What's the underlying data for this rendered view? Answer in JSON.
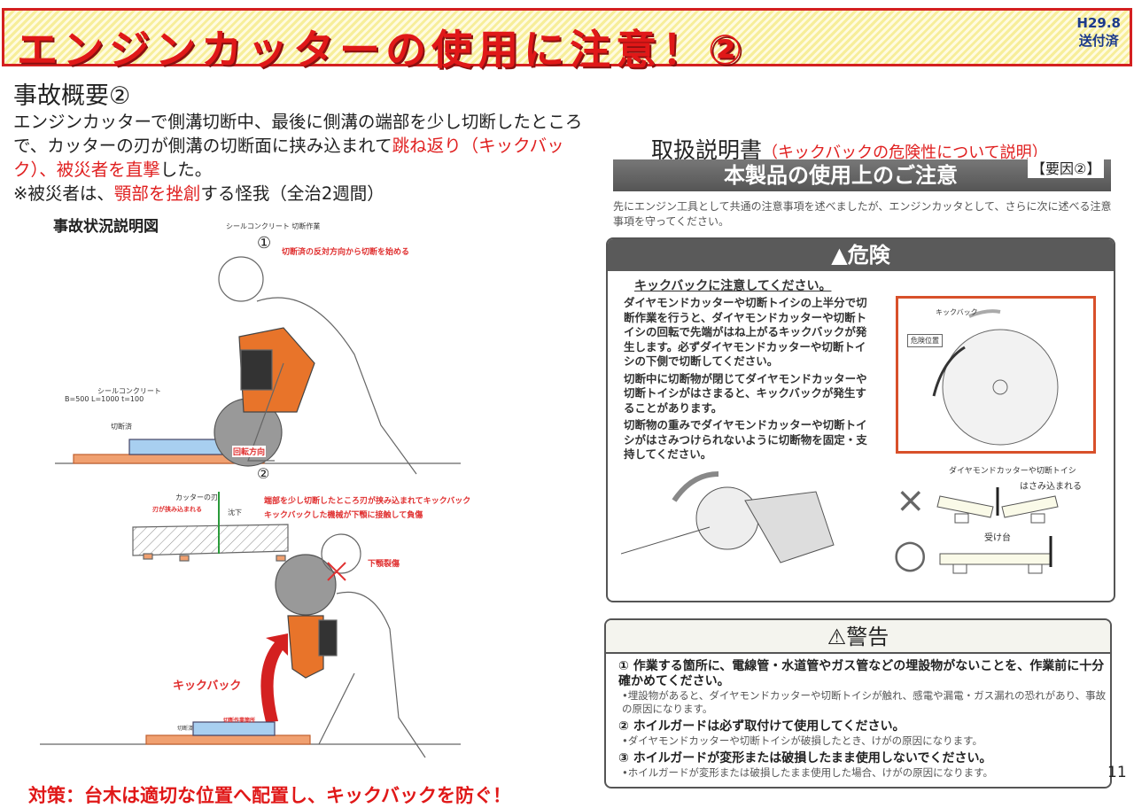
{
  "header": {
    "title": "エンジンカッターの使用に注意！②",
    "date": "H29.8",
    "status": "送付済"
  },
  "summary": {
    "heading": "事故概要②",
    "p1a": "エンジンカッターで側溝切断中、最後に側溝の端部を少し切断したところで、カッターの刃が側溝の切断面に挟み込まれて",
    "p1b": "跳ね返り（キックバック）、被災者を直撃",
    "p1c": "した。",
    "p2a": "※被災者は、",
    "p2b": "顎部を挫創",
    "p2c": "する怪我（全治2週間）"
  },
  "figure": {
    "title": "事故状況説明図",
    "subtitle": "シールコンクリート 切断作業",
    "step1": "①",
    "step1_note": "切断済の反対方向から切断を始める",
    "concrete": "シールコンクリート",
    "concrete_dims": "B=500 L=1000 t=100",
    "cut_done": "切断済",
    "rotation": "回転方向",
    "step2": "②",
    "blade": "カッターの刃",
    "pinched": "刃が挟み込まれる",
    "sag": "沈下",
    "note2a": "端部を少し切断したところ刃が挟み込まれてキックバック",
    "note2b": "キックバックした機械が下顎に接触して負傷",
    "injury": "下顎裂傷",
    "kickback": "キックバック",
    "cut_done2": "切断済",
    "final_cut": "切断作業箇所"
  },
  "countermeasure": "対策：台木は適切な位置へ配置し、キックバックを防ぐ！",
  "manual": {
    "title": "取扱説明書",
    "subtitle": "（キックバックの危険性について説明）",
    "bar": "本製品の使用上のご注意",
    "factor": "【要因②】",
    "intro": "先にエンジン工具として共通の注意事項を述べましたが、エンジンカッタとして、さらに次に述べる注意事項を守ってください。",
    "danger": {
      "header": "▲危険",
      "heading": "キックバックに注意してください。",
      "paras": [
        "ダイヤモンドカッターや切断トイシの上半分で切断作業を行うと、ダイヤモンドカッターや切断トイシの回転で先端がはね上がるキックバックが発生します。必ずダイヤモンドカッターや切断トイシの下側で切断してください。",
        "切断中に切断物が閉じてダイヤモンドカッターや切断トイシがはさまると、キックバックが発生することがあります。",
        "切断物の重みでダイヤモンドカッターや切断トイシがはさみつけられないように切断物を固定・支持してください。"
      ],
      "fig_kickback": "キックバック",
      "fig_danger_pos": "危険位置",
      "fig_blade": "ダイヤモンドカッターや切断トイシ",
      "fig_pinch": "はさみ込まれる",
      "fig_support": "受け台",
      "bad": "×",
      "good": "○"
    },
    "warning": {
      "header": "⚠警告",
      "items": [
        {
          "title": "① 作業する箇所に、電線管・水道管やガス管などの埋設物がないことを、作業前に十分確かめてください。",
          "sub": "•埋設物があると、ダイヤモンドカッターや切断トイシが触れ、感電や漏電・ガス漏れの恐れがあり、事故の原因になります。"
        },
        {
          "title": "② ホイルガードは必ず取付けて使用してください。",
          "sub": "•ダイヤモンドカッターや切断トイシが破損したとき、けがの原因になります。"
        },
        {
          "title": "③ ホイルガードが変形または破損したまま使用しないでください。",
          "sub": "•ホイルガードが変形または破損したまま使用した場合、けがの原因になります。"
        }
      ]
    }
  },
  "page_number": "11"
}
